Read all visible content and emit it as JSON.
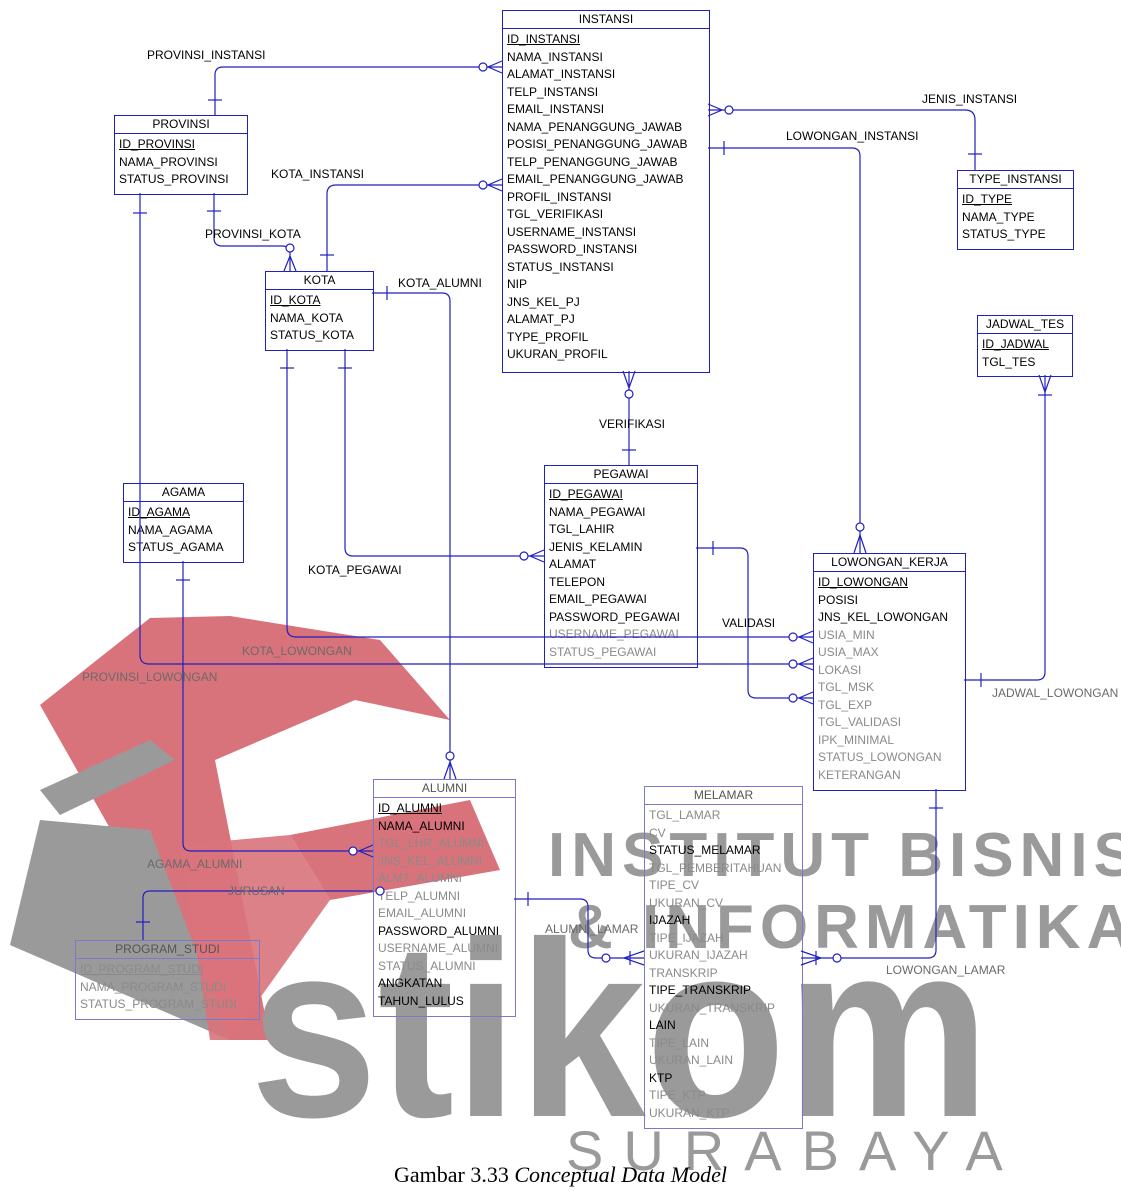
{
  "entities": {
    "instansi": {
      "name": "INSTANSI",
      "attributes": [
        "ID_INSTANSI",
        "NAMA_INSTANSI",
        "ALAMAT_INSTANSI",
        "TELP_INSTANSI",
        "EMAIL_INSTANSI",
        "NAMA_PENANGGUNG_JAWAB",
        "POSISI_PENANGGUNG_JAWAB",
        "TELP_PENANGGUNG_JAWAB",
        "EMAIL_PENANGGUNG_JAWAB",
        "PROFIL_INSTANSI",
        "TGL_VERIFIKASI",
        "USERNAME_INSTANSI",
        "PASSWORD_INSTANSI",
        "STATUS_INSTANSI",
        "NIP",
        "JNS_KEL_PJ",
        "ALAMAT_PJ",
        "TYPE_PROFIL",
        "UKURAN_PROFIL"
      ]
    },
    "provinsi": {
      "name": "PROVINSI",
      "attributes": [
        "ID_PROVINSI",
        "NAMA_PROVINSI",
        "STATUS_PROVINSI"
      ]
    },
    "type_instansi": {
      "name": "TYPE_INSTANSI",
      "attributes": [
        "ID_TYPE",
        "NAMA_TYPE",
        "STATUS_TYPE"
      ]
    },
    "kota": {
      "name": "KOTA",
      "attributes": [
        "ID_KOTA",
        "NAMA_KOTA",
        "STATUS_KOTA"
      ]
    },
    "jadwal_tes": {
      "name": "JADWAL_TES",
      "attributes": [
        "ID_JADWAL",
        "TGL_TES"
      ]
    },
    "agama": {
      "name": "AGAMA",
      "attributes": [
        "ID_AGAMA",
        "NAMA_AGAMA",
        "STATUS_AGAMA"
      ]
    },
    "pegawai": {
      "name": "PEGAWAI",
      "attributes": [
        "ID_PEGAWAI",
        "NAMA_PEGAWAI",
        "TGL_LAHIR",
        "JENIS_KELAMIN",
        "ALAMAT",
        "TELEPON",
        "EMAIL_PEGAWAI",
        "PASSWORD_PEGAWAI",
        "USERNAME_PEGAWAI",
        "STATUS_PEGAWAI"
      ]
    },
    "lowongan_kerja": {
      "name": "LOWONGAN_KERJA",
      "attributes": [
        "ID_LOWONGAN",
        "POSISI",
        "JNS_KEL_LOWONGAN",
        "USIA_MIN",
        "USIA_MAX",
        "LOKASI",
        "TGL_MSK",
        "TGL_EXP",
        "TGL_VALIDASI",
        "IPK_MINIMAL",
        "STATUS_LOWONGAN",
        "KETERANGAN"
      ]
    },
    "alumni": {
      "name": "ALUMNI",
      "attributes": [
        "ID_ALUMNI",
        "NAMA_ALUMNI",
        "TGL_LHR_ALUMNI",
        "JNS_KEL_ALUMNI",
        "ALMT_ALUMNI",
        "TELP_ALUMNI",
        "EMAIL_ALUMNI",
        "PASSWORD_ALUMNI",
        "USERNAME_ALUMNI",
        "STATUS_ALUMNI",
        "ANGKATAN",
        "TAHUN_LULUS"
      ]
    },
    "melamar": {
      "name": "MELAMAR",
      "attributes": [
        "TGL_LAMAR",
        "CV",
        "STATUS_MELAMAR",
        "TGL_PEMBERITAHUAN",
        "TIPE_CV",
        "UKURAN_CV",
        "IJAZAH",
        "TIPE_IJAZAH",
        "UKURAN_IJAZAH",
        "TRANSKRIP",
        "TIPE_TRANSKRIP",
        "UKURAN_TRANSKRIP",
        "LAIN",
        "TIPE_LAIN",
        "UKURAN_LAIN",
        "KTP",
        "TIPE_KTP",
        "UKURAN_KTP"
      ]
    },
    "program_studi": {
      "name": "PROGRAM_STUDI",
      "attributes": [
        "ID_PROGRAM_STUDI",
        "NAMA_PROGRAM_STUDI",
        "STATUS_PROGRAM_STUDI"
      ]
    }
  },
  "relationships": {
    "provinsi_instansi": "PROVINSI_INSTANSI",
    "jenis_instansi": "JENIS_INSTANSI",
    "lowongan_instansi": "LOWONGAN_INSTANSI",
    "kota_instansi": "KOTA_INSTANSI",
    "provinsi_kota": "PROVINSI_KOTA",
    "kota_alumni": "KOTA_ALUMNI",
    "verifikasi": "VERIFIKASI",
    "kota_pegawai": "KOTA_PEGAWAI",
    "validasi": "VALIDASI",
    "kota_lowongan": "KOTA_LOWONGAN",
    "provinsi_lowongan": "PROVINSI_LOWONGAN",
    "jadwal_lowongan": "JADWAL_LOWONGAN",
    "agama_alumni": "AGAMA_ALUMNI",
    "jurusan": "JURUSAN",
    "alumni_lamar": "ALUMNI_LAMAR",
    "lowongan_lamar": "LOWONGAN_LAMAR"
  },
  "watermark": {
    "line1": "INSTITUT BISNIS",
    "line2": "& INFORMATIKA",
    "word": "stikom",
    "line4": "SURABAYA",
    "colors": {
      "red": "#d9737b",
      "grey": "#9a9a9a"
    }
  },
  "caption": {
    "prefix": "Gambar 3.33 ",
    "title": "Conceptual Data Model"
  },
  "line_color": "#2020c0"
}
